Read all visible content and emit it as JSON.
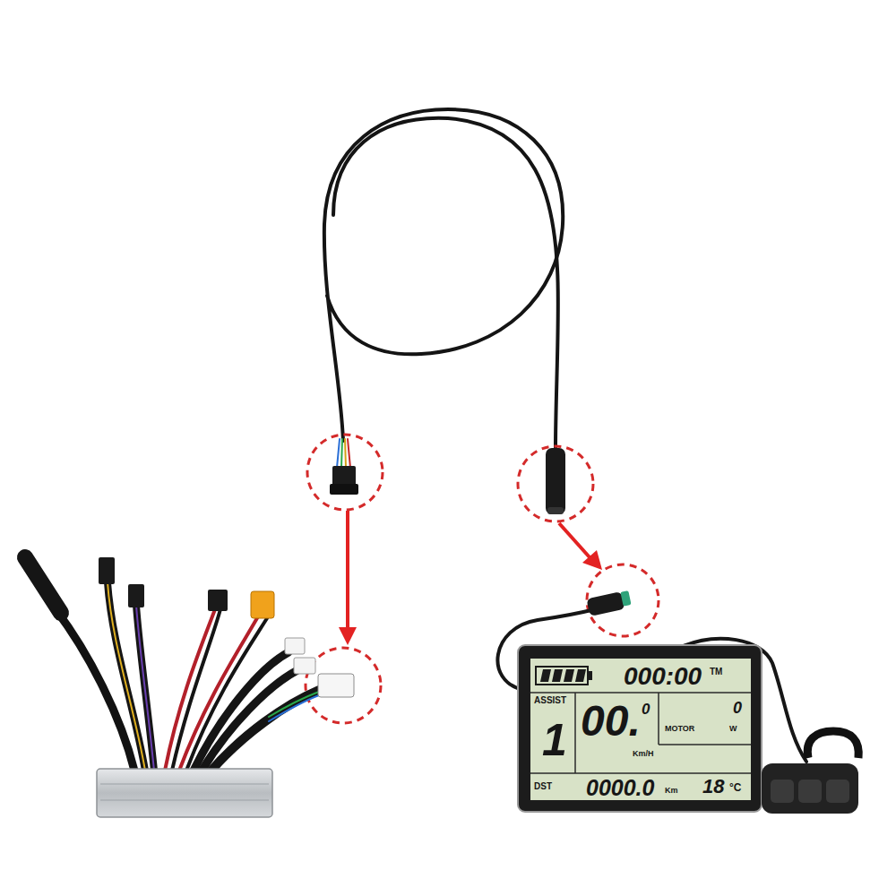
{
  "diagram": {
    "nodes": [
      {
        "text": [
          "000:00",
          "TM",
          "ASSIST",
          "1",
          "00.",
          "0",
          "Km/H",
          "0",
          "MOTOR",
          "W",
          "DST",
          "0000.0",
          "Km",
          "18",
          "°C"
        ]
      }
    ]
  }
}
